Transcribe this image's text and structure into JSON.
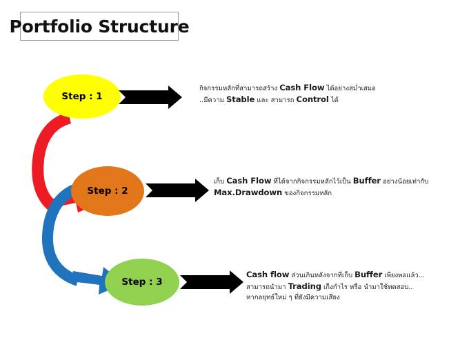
{
  "slide": {
    "title": "Portfolio Structure",
    "background_color": "#FFFFFF"
  },
  "colors": {
    "step1_fill": "#FFFF00",
    "step2_fill": "#E2761B",
    "step3_fill": "#92D050",
    "arrow_1_to_2": "#ED1C24",
    "arrow_2_to_3": "#1F74BD",
    "callout_arrow": "#000000",
    "text": "#1A1A1A",
    "title_border": "#9A9A9A"
  },
  "steps": [
    {
      "id": "step-1",
      "label": "Step : 1",
      "fill": "#FFFF00",
      "description_lines": [
        [
          {
            "text": "กิจกรรมหลักที่สามารถสร้าง ",
            "style": "th"
          },
          {
            "text": "Cash Flow",
            "style": "en"
          },
          {
            "text": " ได้อย่างสม่ำเสมอ",
            "style": "th"
          }
        ],
        [
          {
            "text": "..มีความ ",
            "style": "th"
          },
          {
            "text": "Stable",
            "style": "en"
          },
          {
            "text": " และ สามารถ ",
            "style": "th"
          },
          {
            "text": "Control",
            "style": "en"
          },
          {
            "text": " ได้",
            "style": "th"
          }
        ]
      ]
    },
    {
      "id": "step-2",
      "label": "Step : 2",
      "fill": "#E2761B",
      "description_lines": [
        [
          {
            "text": "เก็บ ",
            "style": "th"
          },
          {
            "text": "Cash Flow",
            "style": "en"
          },
          {
            "text": " ที่ได้จากกิจกรรมหลักไว้เป็น ",
            "style": "th"
          },
          {
            "text": "Buffer",
            "style": "en"
          },
          {
            "text": " อย่างน้อยเท่ากับ",
            "style": "th"
          }
        ],
        [
          {
            "text": "Max.Drawdown",
            "style": "en"
          },
          {
            "text": " ของกิจกรรมหลัก",
            "style": "th"
          }
        ]
      ]
    },
    {
      "id": "step-3",
      "label": "Step : 3",
      "fill": "#92D050",
      "description_lines": [
        [
          {
            "text": "Cash flow",
            "style": "en"
          },
          {
            "text": " ส่วนเกินหลังจากที่เก็บ ",
            "style": "th"
          },
          {
            "text": "Buffer",
            "style": "en"
          },
          {
            "text": " เพียงพอแล้ว...",
            "style": "th"
          }
        ],
        [
          {
            "text": "สามารถนำมา ",
            "style": "th"
          },
          {
            "text": "Trading",
            "style": "en"
          },
          {
            "text": " เก็งกำไร หรือ นำมาใช้ทดสอบ..",
            "style": "th"
          }
        ],
        [
          {
            "text": "หากลยุทธ์ใหม่ ๆ ที่ยังมีความเสี่ยง",
            "style": "th"
          }
        ]
      ]
    }
  ],
  "connectors": [
    {
      "id": "curve-1-2",
      "from": "step-1",
      "to": "step-2",
      "color": "#ED1C24",
      "shape": "curved-arrow-left"
    },
    {
      "id": "curve-2-3",
      "from": "step-2",
      "to": "step-3",
      "color": "#1F74BD",
      "shape": "curved-arrow-left"
    },
    {
      "id": "callout-1",
      "from": "step-1",
      "to": "desc-1",
      "color": "#000000",
      "shape": "block-arrow-right"
    },
    {
      "id": "callout-2",
      "from": "step-2",
      "to": "desc-2",
      "color": "#000000",
      "shape": "block-arrow-right"
    },
    {
      "id": "callout-3",
      "from": "step-3",
      "to": "desc-3",
      "color": "#000000",
      "shape": "block-arrow-right"
    }
  ]
}
